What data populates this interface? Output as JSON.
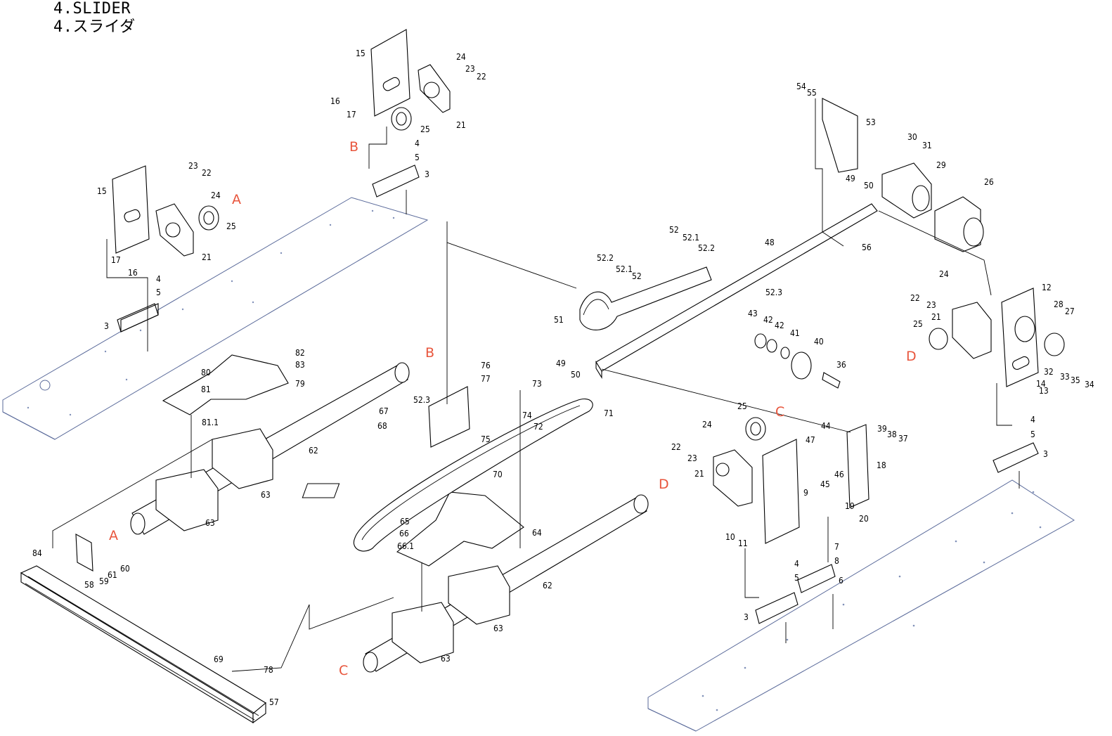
{
  "title": {
    "line1": "4.SLIDER",
    "line2": "4.スライダ"
  },
  "colors": {
    "reference_letters": "#e8553c",
    "base_plate_outline": "#5a6a9a",
    "linework": "#000000"
  },
  "ref_letters": [
    "A",
    "A",
    "B",
    "B",
    "C",
    "C",
    "D",
    "D"
  ],
  "part_labels": [
    "3",
    "3",
    "3",
    "3",
    "4",
    "4",
    "4",
    "4",
    "5",
    "5",
    "5",
    "5",
    "6",
    "7",
    "8",
    "9",
    "10",
    "11",
    "12",
    "13",
    "14",
    "15",
    "15",
    "16",
    "16",
    "17",
    "17",
    "18",
    "19",
    "20",
    "21",
    "21",
    "21",
    "21",
    "22",
    "22",
    "22",
    "22",
    "23",
    "23",
    "23",
    "23",
    "24",
    "24",
    "24",
    "24",
    "25",
    "25",
    "25",
    "25",
    "26",
    "27",
    "28",
    "29",
    "30",
    "31",
    "32",
    "33",
    "34",
    "35",
    "36",
    "37",
    "38",
    "39",
    "40",
    "41",
    "42",
    "42",
    "43",
    "44",
    "45",
    "46",
    "47",
    "48",
    "49",
    "49",
    "50",
    "50",
    "51",
    "52",
    "52",
    "52.1",
    "52.1",
    "52.2",
    "52.2",
    "52.3",
    "52.3",
    "53",
    "54",
    "55",
    "56",
    "57",
    "58",
    "59",
    "60",
    "61",
    "62",
    "62",
    "63",
    "63",
    "63",
    "63",
    "64",
    "65",
    "66",
    "66.1",
    "67",
    "68",
    "69",
    "70",
    "71",
    "72",
    "73",
    "74",
    "75",
    "76",
    "77",
    "78",
    "79",
    "80",
    "81",
    "81.1",
    "82",
    "83",
    "84"
  ]
}
